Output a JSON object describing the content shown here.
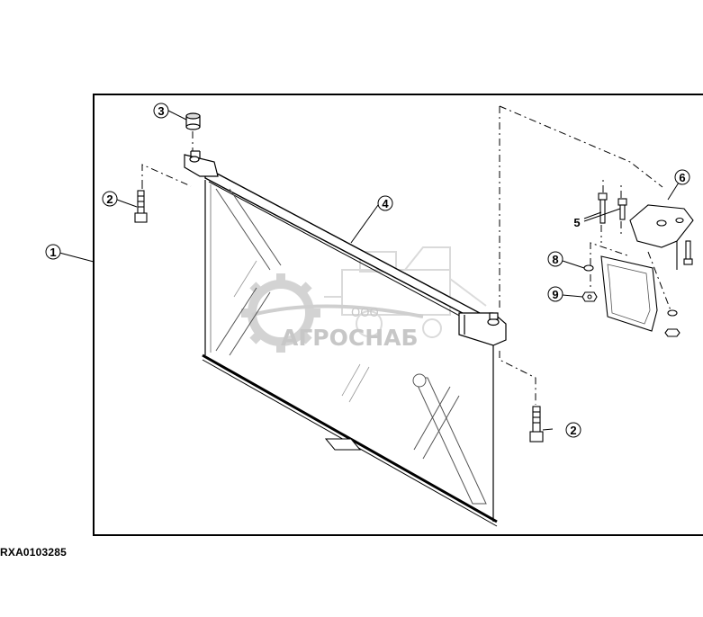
{
  "diagram": {
    "reference_code": "RXA0103285",
    "callouts": [
      {
        "id": "callout-1",
        "label": "1"
      },
      {
        "id": "callout-2a",
        "label": "2"
      },
      {
        "id": "callout-2b",
        "label": "2"
      },
      {
        "id": "callout-3",
        "label": "3"
      },
      {
        "id": "callout-4",
        "label": "4"
      },
      {
        "id": "callout-5",
        "label": "5"
      },
      {
        "id": "callout-6",
        "label": "6"
      },
      {
        "id": "callout-8",
        "label": "8"
      },
      {
        "id": "callout-9",
        "label": "9"
      }
    ]
  },
  "watermark": {
    "prefix": "ООО",
    "brand": "АГРОСНАБ"
  }
}
